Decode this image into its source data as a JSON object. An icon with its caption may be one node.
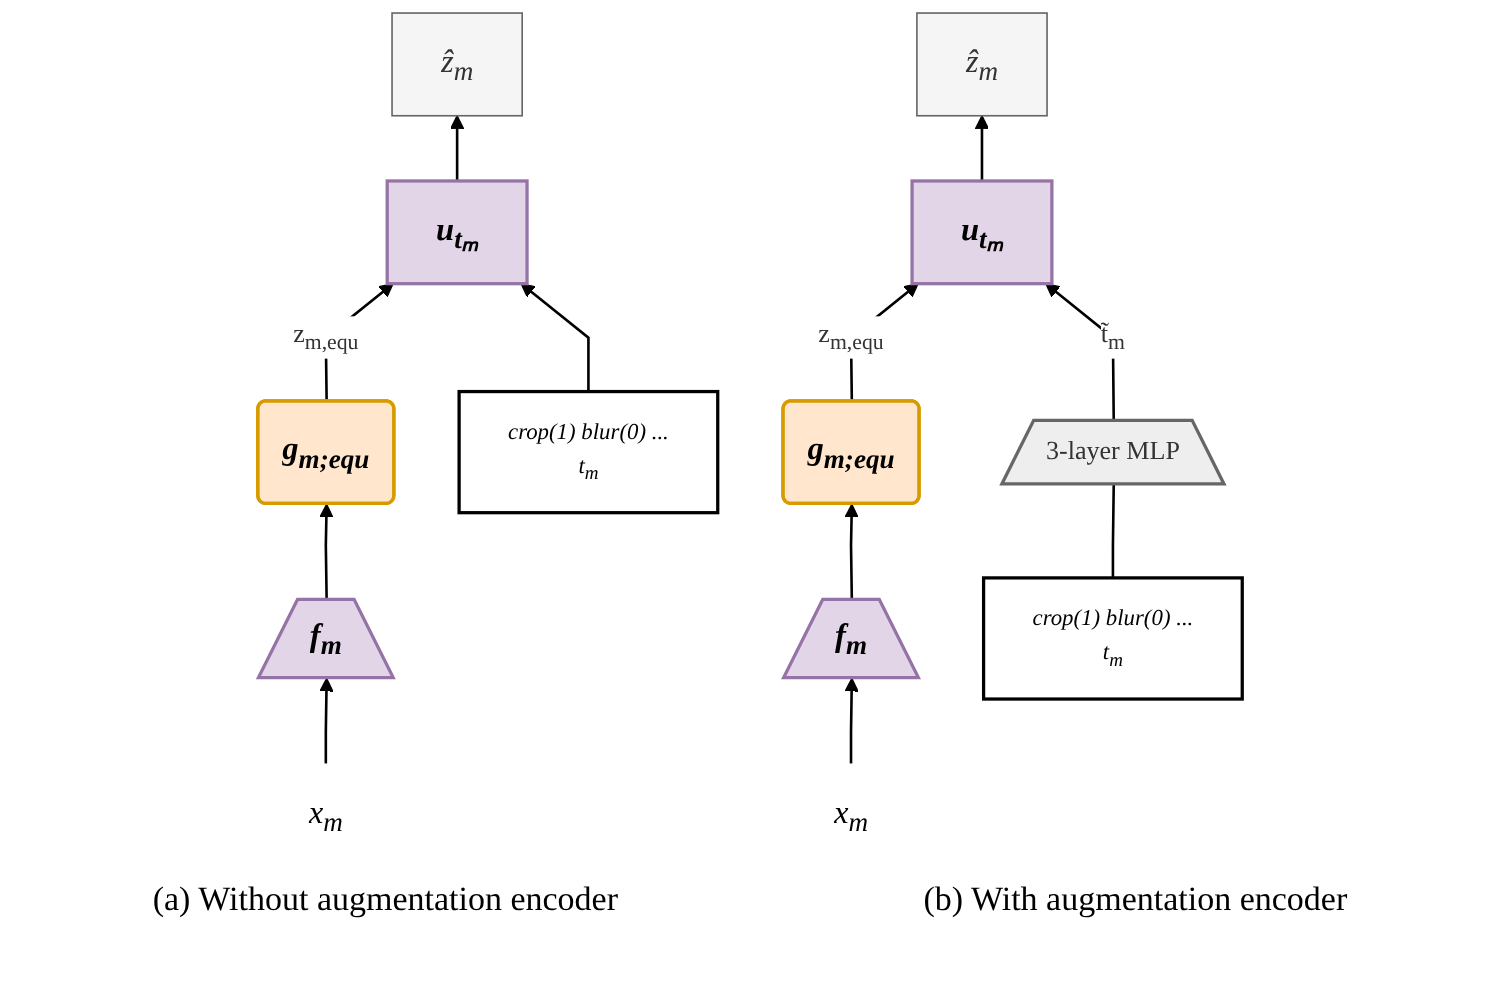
{
  "diagram": {
    "nodes": [
      {
        "text": [
          "ẑ$_{m}$"
        ]
      },
      {
        "text": [
          "u$_{tₘ}$"
        ]
      },
      {
        "text": [
          "g$_{m;equ}$"
        ]
      },
      {
        "text": [
          "f$_{m}$"
        ]
      },
      {
        "text": [
          "crop(1) blur(0) ...",
          "t$_{m}$"
        ]
      },
      {
        "text": [
          "x$_{m}$"
        ]
      },
      {
        "text": [
          "ẑ$_{m}$"
        ]
      },
      {
        "text": [
          "u$_{tₘ}$"
        ]
      },
      {
        "text": [
          "g$_{m;equ}$"
        ]
      },
      {
        "text": [
          "3-layer MLP"
        ]
      },
      {
        "text": [
          "f$_{m}$"
        ]
      },
      {
        "text": [
          "crop(1) blur(0) ...",
          "t$_{m}$"
        ]
      },
      {
        "text": [
          "x$_{m}$"
        ]
      }
    ],
    "edges": [
      {
        "from": 1,
        "to": 0,
        "arrow": "to"
      },
      {
        "from": 2,
        "to": 1,
        "arrow": "to",
        "label": "z$_{m,equ}$"
      },
      {
        "from": 3,
        "to": 2,
        "arrow": "to"
      },
      {
        "from": 4,
        "to": 1,
        "arrow": "to"
      },
      {
        "from": 5,
        "to": 3,
        "arrow": "to"
      },
      {
        "from": 7,
        "to": 6,
        "arrow": "to"
      },
      {
        "from": 8,
        "to": 7,
        "arrow": "to",
        "label": "z$_{m,equ}$"
      },
      {
        "from": 9,
        "to": 7,
        "arrow": "to",
        "label": "t̃$_{m}$"
      },
      {
        "from": 10,
        "to": 8,
        "arrow": "to"
      },
      {
        "from": 11,
        "to": 9,
        "arrow": "none"
      },
      {
        "from": 12,
        "to": 10,
        "arrow": "to"
      }
    ],
    "labels": [
      "(a) Without augmentation encoder",
      "(b) With augmentation encoder"
    ]
  }
}
